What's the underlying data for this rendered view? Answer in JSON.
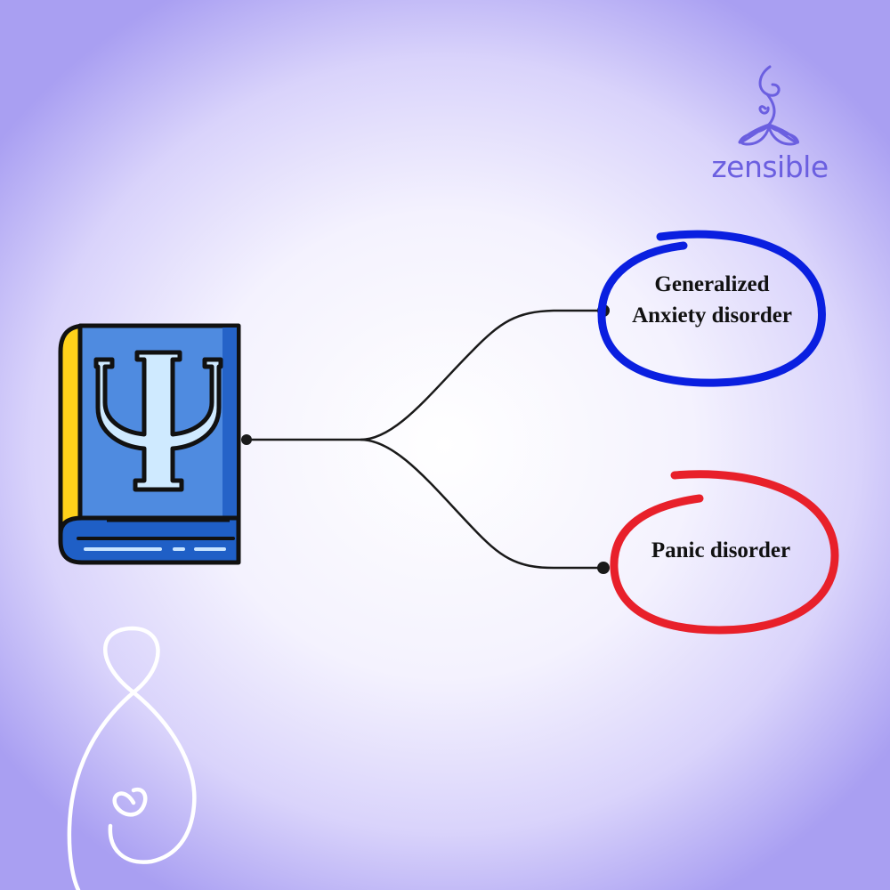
{
  "brand": {
    "name": "zensible",
    "accent_color": "#6b5fe0",
    "logo_icon": "meditation-figure-icon"
  },
  "diagram": {
    "root": {
      "icon": "psychology-book-icon",
      "symbol": "Ψ",
      "cover_color": "#4f8be0",
      "spine_color": "#ffd11a"
    },
    "branches": [
      {
        "label_lines": [
          "Generalized",
          "Anxiety disorder"
        ],
        "circle_color": "#0a1fe0"
      },
      {
        "label_lines": [
          "Panic disorder"
        ],
        "circle_color": "#e8202a"
      }
    ],
    "connector_color": "#1a1a1a"
  },
  "decoration": {
    "icon": "infinity-heart-swirl-icon",
    "color": "#ffffff"
  }
}
